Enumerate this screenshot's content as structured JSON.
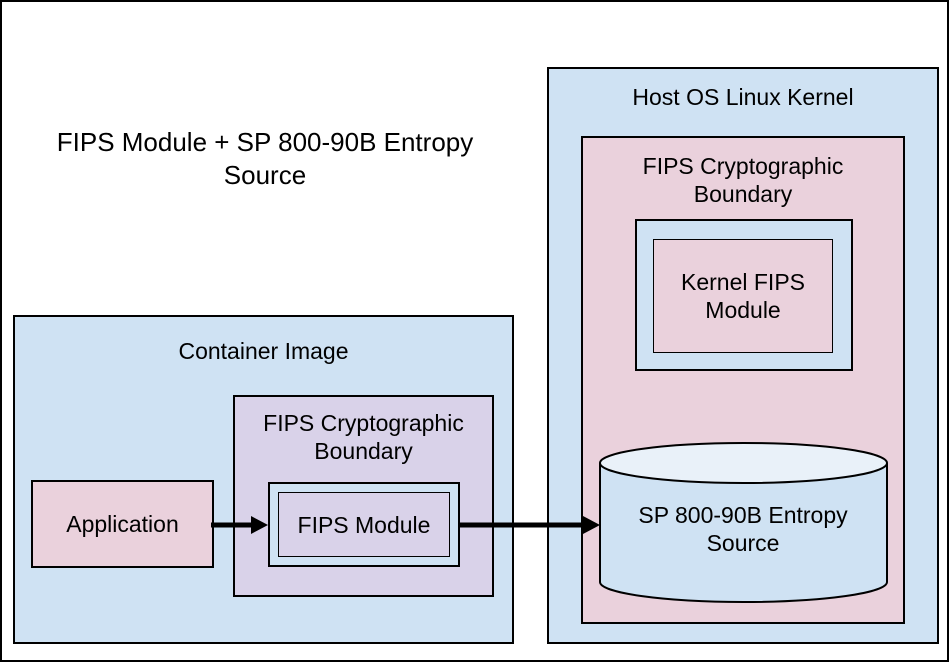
{
  "colors": {
    "blue": "#cfe2f3",
    "pink": "#ead1dc",
    "purple": "#d9d2e9",
    "cylinder_top": "#e9f1f9",
    "line": "#000000",
    "background": "#ffffff"
  },
  "title": {
    "text": "FIPS Module + SP 800-90B Entropy Source"
  },
  "container_group": {
    "label": "Container Image",
    "application": {
      "label": "Application"
    },
    "boundary": {
      "label": "FIPS Cryptographic Boundary",
      "module": {
        "label": "FIPS Module"
      }
    }
  },
  "host_group": {
    "label": "Host OS Linux Kernel",
    "boundary": {
      "label": "FIPS Cryptographic Boundary",
      "kernel_module": {
        "label": "Kernel FIPS Module"
      }
    },
    "entropy_source": {
      "label": "SP 800-90B Entropy Source"
    }
  }
}
